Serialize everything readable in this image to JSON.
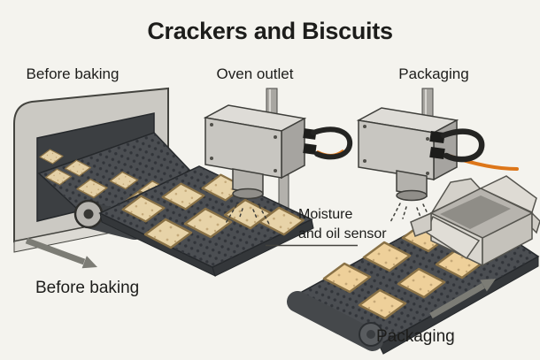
{
  "title": "Crackers and Biscuits",
  "stages": {
    "before_baking": "Before baking",
    "oven_outlet": "Oven outlet",
    "packaging": "Packaging"
  },
  "annotations": {
    "sensor_label_line1": "Moisture",
    "sensor_label_line2": "and oil sensor",
    "flow_left": "Before baking",
    "flow_right": "Packaging"
  },
  "scene": {
    "sensors_count": 2,
    "oven_belt_crackers": 7,
    "outlet_belt_crackers": 7,
    "packaging_belt_crackers": 6
  },
  "colors": {
    "bg": "#f4f3ee",
    "ink": "#1d1d1b",
    "belt": "#4b4e52",
    "beltdark": "#34373a",
    "cracker": "#e8d2a4",
    "crackeredge": "#8a7246",
    "frame": "#cbc9c3",
    "oveninterior": "#3c3f42",
    "metal": "#c8c6c1",
    "metallight": "#dedcd7",
    "metaldark": "#a6a4a0",
    "box": "#d9d6cf",
    "boxdark": "#c5c2bb",
    "cable": "#242422",
    "orange": "#dd7619",
    "arrow": "#7c7c75"
  }
}
